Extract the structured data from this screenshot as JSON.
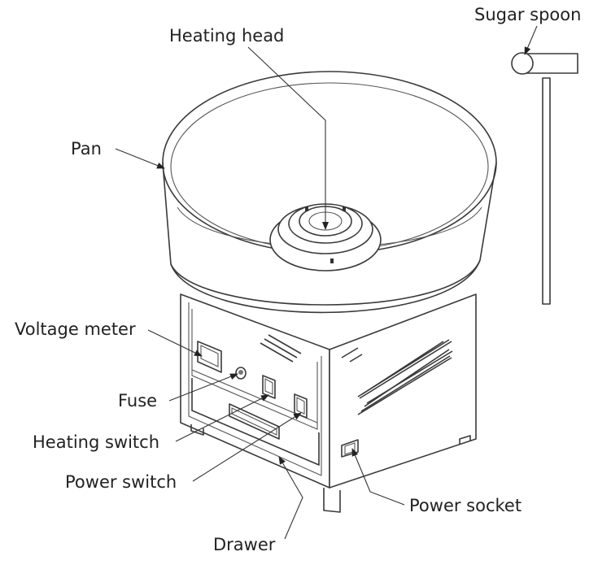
{
  "labels": {
    "sugar_spoon": "Sugar spoon",
    "heating_head": "Heating head",
    "pan": "Pan",
    "voltage_meter": "Voltage meter",
    "fuse": "Fuse",
    "heating_switch": "Heating switch",
    "power_switch": "Power switch",
    "power_socket": "Power socket",
    "drawer": "Drawer"
  },
  "colors": {
    "line": "#3a3a3a",
    "text": "#222222",
    "background": "#ffffff"
  }
}
